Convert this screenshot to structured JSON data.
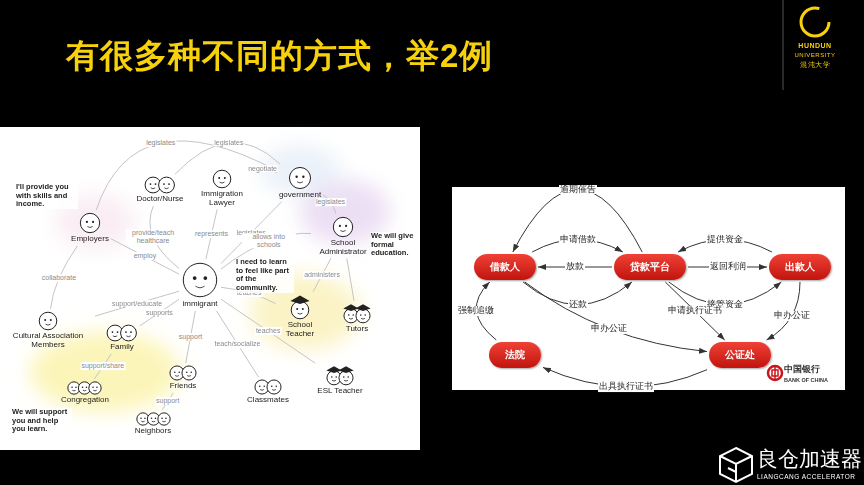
{
  "diagram": {
    "title": "有很多种不同的方式，举2例",
    "nodes": [
      {
        "text": [
          "Doctor/Nurse"
        ]
      },
      {
        "text": [
          "Immigration Lawyer"
        ]
      },
      {
        "text": [
          "government"
        ]
      },
      {
        "text": [
          "Employers"
        ]
      },
      {
        "text": [
          "School Administrator"
        ]
      },
      {
        "text": [
          "immigrant"
        ]
      },
      {
        "text": [
          "Cultural Association Members"
        ]
      },
      {
        "text": [
          "Family"
        ]
      },
      {
        "text": [
          "School Teacher"
        ]
      },
      {
        "text": [
          "Tutors"
        ]
      },
      {
        "text": [
          "Friends"
        ]
      },
      {
        "text": [
          "Classmates"
        ]
      },
      {
        "text": [
          "Congregation"
        ]
      },
      {
        "text": [
          "ESL Teacher"
        ]
      },
      {
        "text": [
          "Neighbors"
        ]
      },
      {
        "text": [
          "借款人"
        ]
      },
      {
        "text": [
          "贷款平台"
        ]
      },
      {
        "text": [
          "出款人"
        ]
      },
      {
        "text": [
          "法院"
        ]
      },
      {
        "text": [
          "公证处"
        ]
      }
    ],
    "edges": [
      {
        "from": 2,
        "to": 3,
        "label": "legislates",
        "arrow": "none"
      },
      {
        "from": 2,
        "to": 0,
        "label": "legislates",
        "arrow": "none"
      },
      {
        "from": 1,
        "to": 2,
        "label": "negotiate",
        "arrow": "none"
      },
      {
        "from": 2,
        "to": 4,
        "label": "legislates",
        "arrow": "none"
      },
      {
        "from": 2,
        "to": 5,
        "label": "legislates",
        "arrow": "none"
      },
      {
        "from": 1,
        "to": 5,
        "label": "represents",
        "arrow": "none"
      },
      {
        "from": 0,
        "to": 5,
        "label": "provide/teach healthcare",
        "arrow": "none"
      },
      {
        "from": 3,
        "to": 5,
        "label": "employ",
        "arrow": "none"
      },
      {
        "from": 4,
        "to": 5,
        "label": "allows into schools",
        "arrow": "none"
      },
      {
        "from": 4,
        "to": 8,
        "label": "administers",
        "arrow": "none"
      },
      {
        "from": 4,
        "to": 9,
        "arrow": "none"
      },
      {
        "from": 6,
        "to": 3,
        "label": "collaborate",
        "arrow": "none"
      },
      {
        "from": 6,
        "to": 5,
        "label": "support/educate",
        "arrow": "none"
      },
      {
        "from": 7,
        "to": 5,
        "label": "supports",
        "arrow": "none"
      },
      {
        "from": 8,
        "to": 5,
        "label": "teaches",
        "arrow": "none"
      },
      {
        "from": 11,
        "to": 5,
        "label": "teach/socialize",
        "arrow": "none"
      },
      {
        "from": 10,
        "to": 5,
        "label": "support",
        "arrow": "none"
      },
      {
        "from": 7,
        "to": 12,
        "label": "support/share",
        "arrow": "none"
      },
      {
        "from": 14,
        "to": 10,
        "label": "support",
        "arrow": "none"
      },
      {
        "from": 13,
        "to": 5,
        "label": "teaches",
        "arrow": "none"
      },
      {
        "from": 16,
        "to": 15,
        "label": "逾期催告",
        "arrow": "to"
      },
      {
        "from": 15,
        "to": 16,
        "label": "申请借款",
        "arrow": "to"
      },
      {
        "from": 16,
        "to": 15,
        "label": "放款",
        "arrow": "to"
      },
      {
        "from": 15,
        "to": 16,
        "label": "还款",
        "arrow": "to"
      },
      {
        "from": 17,
        "to": 16,
        "label": "提供资金",
        "arrow": "to"
      },
      {
        "from": 16,
        "to": 17,
        "label": "返回利润",
        "arrow": "to"
      },
      {
        "from": 16,
        "to": 17,
        "label": "接管资金",
        "arrow": "to"
      },
      {
        "from": 15,
        "to": 19,
        "label": "申办公证",
        "arrow": "to"
      },
      {
        "from": 16,
        "to": 19,
        "label": "申请执行证书",
        "arrow": "to"
      },
      {
        "from": 17,
        "to": 19,
        "label": "申办公证",
        "arrow": "to"
      },
      {
        "from": 18,
        "to": 15,
        "label": "强制追缴",
        "arrow": "to"
      },
      {
        "from": 19,
        "to": 18,
        "label": "出具执行证书",
        "arrow": "to"
      }
    ],
    "labels": [
      "I'll provide you with skills and income.",
      "We will give formal education.",
      "I need to learn to feel like part of the community.",
      "We will support you and help you learn.",
      "HUNDUN",
      "UNIVERSITY",
      "混沌大学",
      "中国银行",
      "BANK OF CHINA",
      "良仓加速器",
      "LIANGCANG ACCELERATOR"
    ]
  }
}
